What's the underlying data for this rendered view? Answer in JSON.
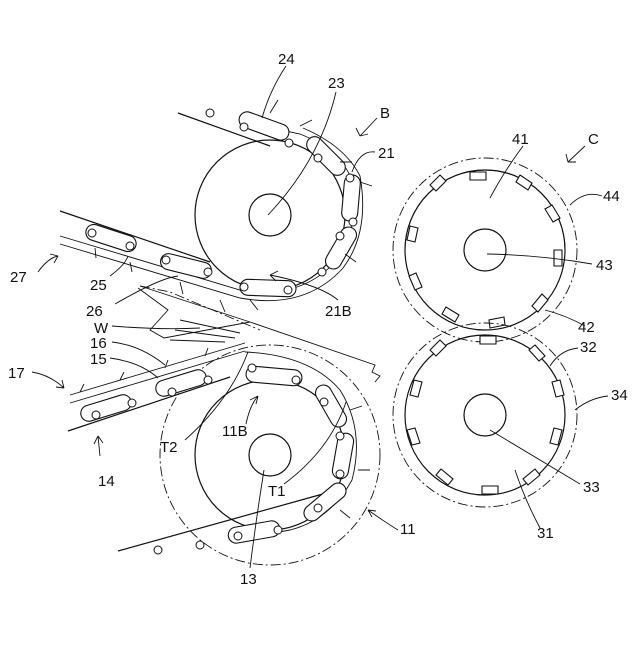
{
  "labels": {
    "l24": "24",
    "l23": "23",
    "lB": "B",
    "l21": "21",
    "l41": "41",
    "lC": "C",
    "l44": "44",
    "l43": "43",
    "l27": "27",
    "l25": "25",
    "l26": "26",
    "l21B": "21B",
    "lW": "W",
    "l42": "42",
    "l16": "16",
    "l15": "15",
    "l32": "32",
    "l17": "17",
    "l34": "34",
    "l11B": "11B",
    "lT2": "T2",
    "l14": "14",
    "lT1": "T1",
    "l33": "33",
    "l11": "11",
    "l31": "31",
    "l13": "13"
  },
  "components": {
    "upper_conveyor": "B",
    "cutter_unit": "C"
  }
}
